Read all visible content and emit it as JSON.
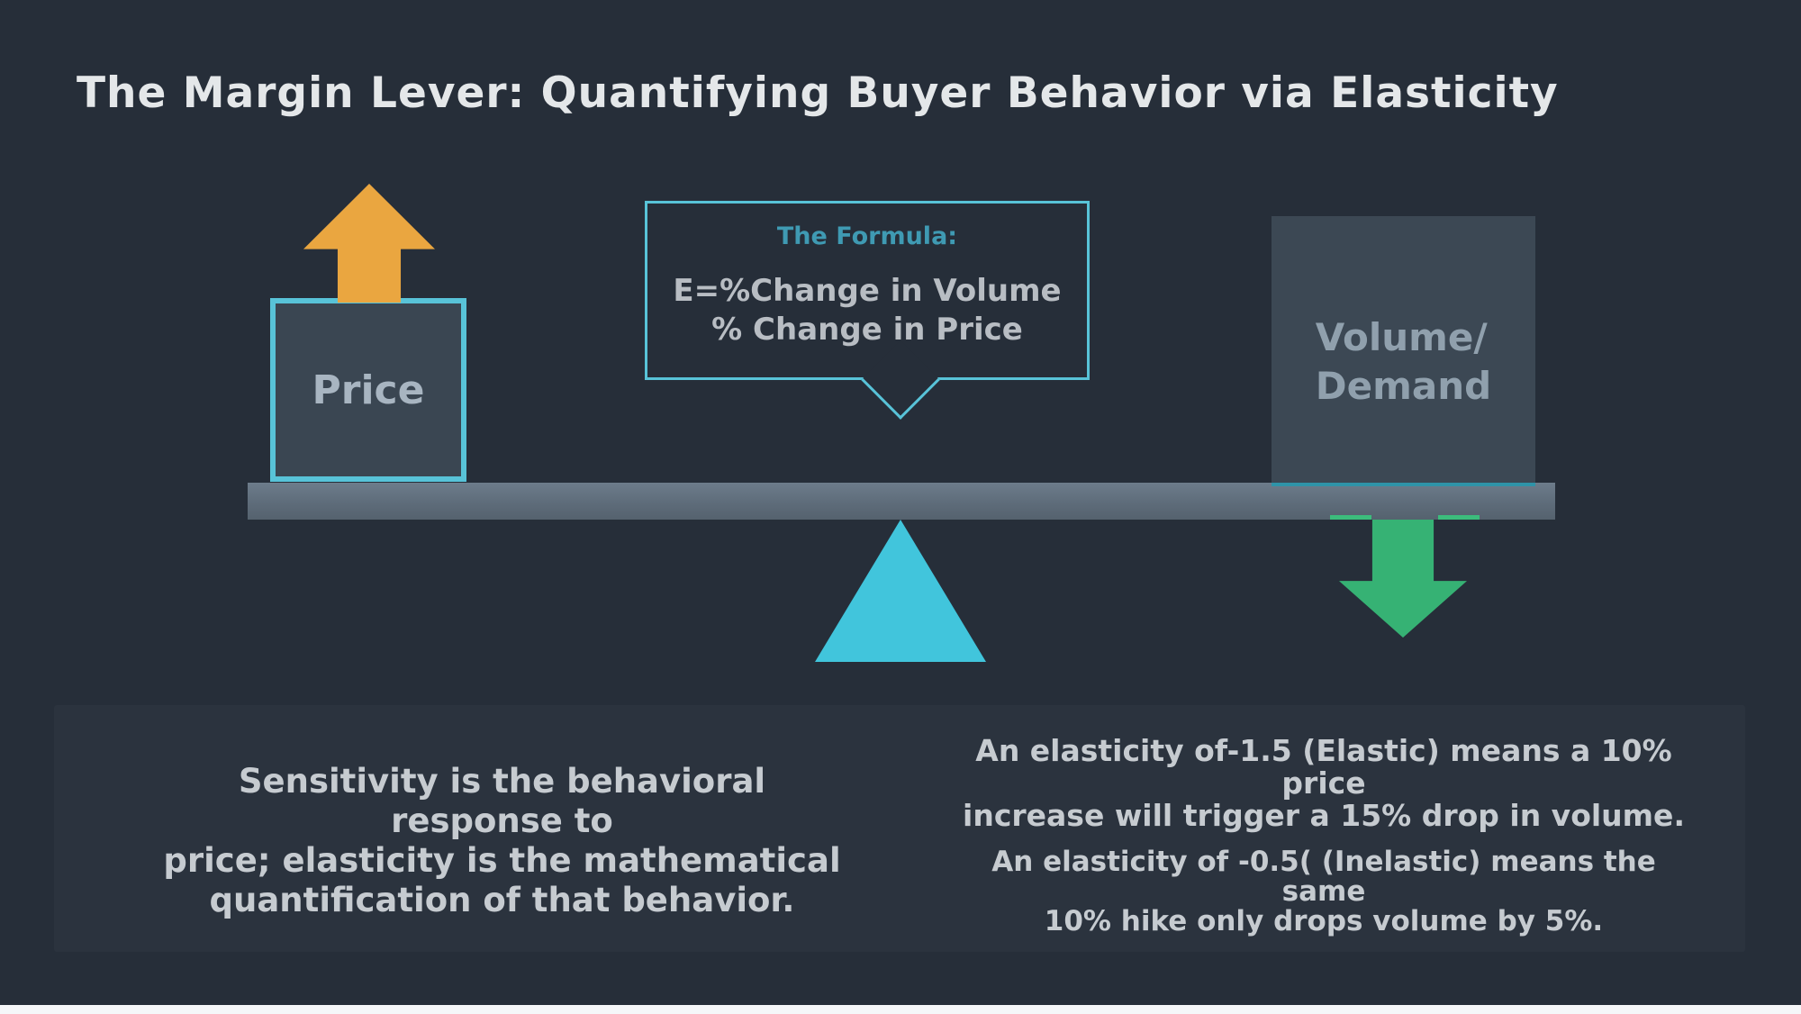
{
  "title": "The Margin Lever: Quantifying Buyer Behavior via Elasticity",
  "formula": {
    "heading": "The Formula:",
    "numerator": "E=%Change in Volume",
    "denominator": "% Change in Price"
  },
  "lever": {
    "price_label": "Price",
    "volume_label_line1": "Volume/",
    "volume_label_line2": "Demand"
  },
  "notes": {
    "left_lines": [
      "Sensitivity is the behavioral",
      "response to",
      "price; elasticity is the mathematical",
      "quantification of that behavior."
    ],
    "right_para1_lines": [
      "An elasticity of-1.5 (Elastic) means a 10%",
      "price",
      "increase will trigger a 15% drop in volume."
    ],
    "right_para2_lines": [
      "An elasticity of -0.5( (Inelastic) means the",
      "same",
      "10% hike only drops volume by 5%."
    ]
  },
  "colors": {
    "background": "#262e39",
    "accent_cyan": "#58c3d8",
    "accent_orange": "#eaa640",
    "accent_green": "#36b274",
    "fulcrum_cyan": "#41c5dc",
    "beam_gray": "#5e6c7a",
    "formula_heading_teal": "#3f9ab3",
    "body_text": "#c6cbd0",
    "title_text": "#e4e7e9"
  }
}
